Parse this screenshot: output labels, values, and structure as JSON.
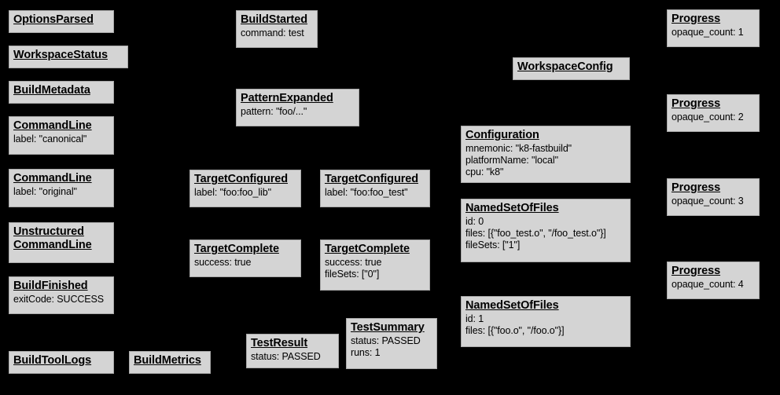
{
  "graph": {
    "background_color": "#000000",
    "node_fill_color": "#d4d4d4",
    "node_border_color": "#a8a8a8",
    "node_text_color": "#000000",
    "nodes": [
      {
        "id": "options-parsed",
        "title": "OptionsParsed",
        "fields": []
      },
      {
        "id": "workspace-status",
        "title": "WorkspaceStatus",
        "fields": []
      },
      {
        "id": "build-metadata",
        "title": "BuildMetadata",
        "fields": []
      },
      {
        "id": "command-line-canonical",
        "title": "CommandLine",
        "fields": [
          "label: \"canonical\""
        ]
      },
      {
        "id": "command-line-original",
        "title": "CommandLine",
        "fields": [
          "label: \"original\""
        ]
      },
      {
        "id": "unstructured-command-line",
        "title": "Unstructured\nCommandLine",
        "fields": []
      },
      {
        "id": "build-finished",
        "title": "BuildFinished",
        "fields": [
          "exitCode: SUCCESS"
        ]
      },
      {
        "id": "build-tool-logs",
        "title": "BuildToolLogs",
        "fields": []
      },
      {
        "id": "build-metrics",
        "title": "BuildMetrics",
        "fields": []
      },
      {
        "id": "build-started",
        "title": "BuildStarted",
        "fields": [
          "command: test"
        ]
      },
      {
        "id": "pattern-expanded",
        "title": "PatternExpanded",
        "fields": [
          "pattern: \"foo/...\""
        ]
      },
      {
        "id": "target-configured-lib",
        "title": "TargetConfigured",
        "fields": [
          "label: \"foo:foo_lib\""
        ]
      },
      {
        "id": "target-configured-test",
        "title": "TargetConfigured",
        "fields": [
          "label: \"foo:foo_test\""
        ]
      },
      {
        "id": "target-complete-lib",
        "title": "TargetComplete",
        "fields": [
          "success: true"
        ]
      },
      {
        "id": "target-complete-test",
        "title": "TargetComplete",
        "fields": [
          "success: true",
          "fileSets: [\"0\"]"
        ]
      },
      {
        "id": "test-result",
        "title": "TestResult",
        "fields": [
          "status: PASSED"
        ]
      },
      {
        "id": "test-summary",
        "title": "TestSummary",
        "fields": [
          "status: PASSED",
          "runs: 1"
        ]
      },
      {
        "id": "workspace-config",
        "title": "WorkspaceConfig",
        "fields": []
      },
      {
        "id": "configuration",
        "title": "Configuration",
        "fields": [
          "mnemonic: \"k8-fastbuild\"",
          "platformName: \"local\"",
          "cpu: \"k8\""
        ]
      },
      {
        "id": "named-set-of-files-0",
        "title": "NamedSetOfFiles",
        "fields": [
          "id: 0",
          "files: [{\"foo_test.o\", \"/foo_test.o\"}]",
          "fileSets: [\"1\"]"
        ]
      },
      {
        "id": "named-set-of-files-1",
        "title": "NamedSetOfFiles",
        "fields": [
          "id: 1",
          "files: [{\"foo.o\", \"/foo.o\"}]"
        ]
      },
      {
        "id": "progress-1",
        "title": "Progress",
        "fields": [
          "opaque_count: 1"
        ]
      },
      {
        "id": "progress-2",
        "title": "Progress",
        "fields": [
          "opaque_count: 2"
        ]
      },
      {
        "id": "progress-3",
        "title": "Progress",
        "fields": [
          "opaque_count: 3"
        ]
      },
      {
        "id": "progress-4",
        "title": "Progress",
        "fields": [
          "opaque_count: 4"
        ]
      }
    ]
  }
}
